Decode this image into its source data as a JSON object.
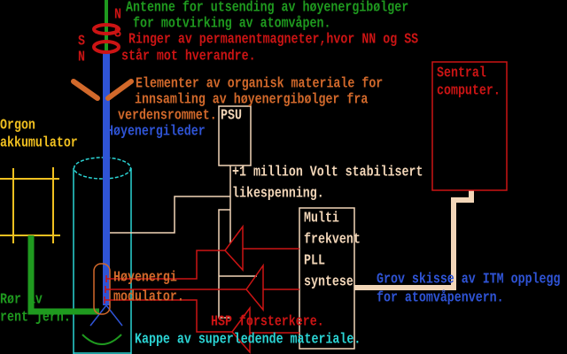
{
  "labels": {
    "antenna_1": "Antenne for utsending av høyenergibølger",
    "antenna_2": "for motvirking av atomvåpen.",
    "rings_1": "Ringer av permanentmagneter,hvor NN og SS",
    "rings_2": "står mot hverandre.",
    "pole_n_top": "N",
    "pole_s_top": "S",
    "pole_s_bottom": "S",
    "pole_n_bottom": "N",
    "elements_1": "Elementer av organisk materiale for",
    "elements_2": "innsamling av høyenergibølger fra",
    "elements_3": "verdensrommet.",
    "psu": "PSU",
    "conductor": "Høyenergileder",
    "orgon_1": "Orgon",
    "orgon_2": "akkumulator",
    "voltage_1": "+1 million Volt stabilisert",
    "voltage_2": "likespenning.",
    "pll_1": "Multi",
    "pll_2": "frekvent",
    "pll_3": "PLL",
    "pll_4": "syntese",
    "computer_1": "Sentral",
    "computer_2": "computer.",
    "modulator_1": "Høyenergi",
    "modulator_2": "modulator.",
    "amplifiers": "HSP forsterkere.",
    "pipe_1": "Rør av",
    "pipe_2": "rent jern.",
    "sheath": "Kappe av superledende materiale.",
    "caption_1": "Grov skisse av ITM opplegg",
    "caption_2": "for atomvåpenvern."
  },
  "colors": {
    "background": "#000000",
    "antenna": "#1f9a1f",
    "conductor": "#2f54d6",
    "magnets": "#cc1414",
    "organic": "#d2692b",
    "sheath": "#2bd4d4",
    "orgon": "#f0c020",
    "power": "#f2d6b8"
  }
}
